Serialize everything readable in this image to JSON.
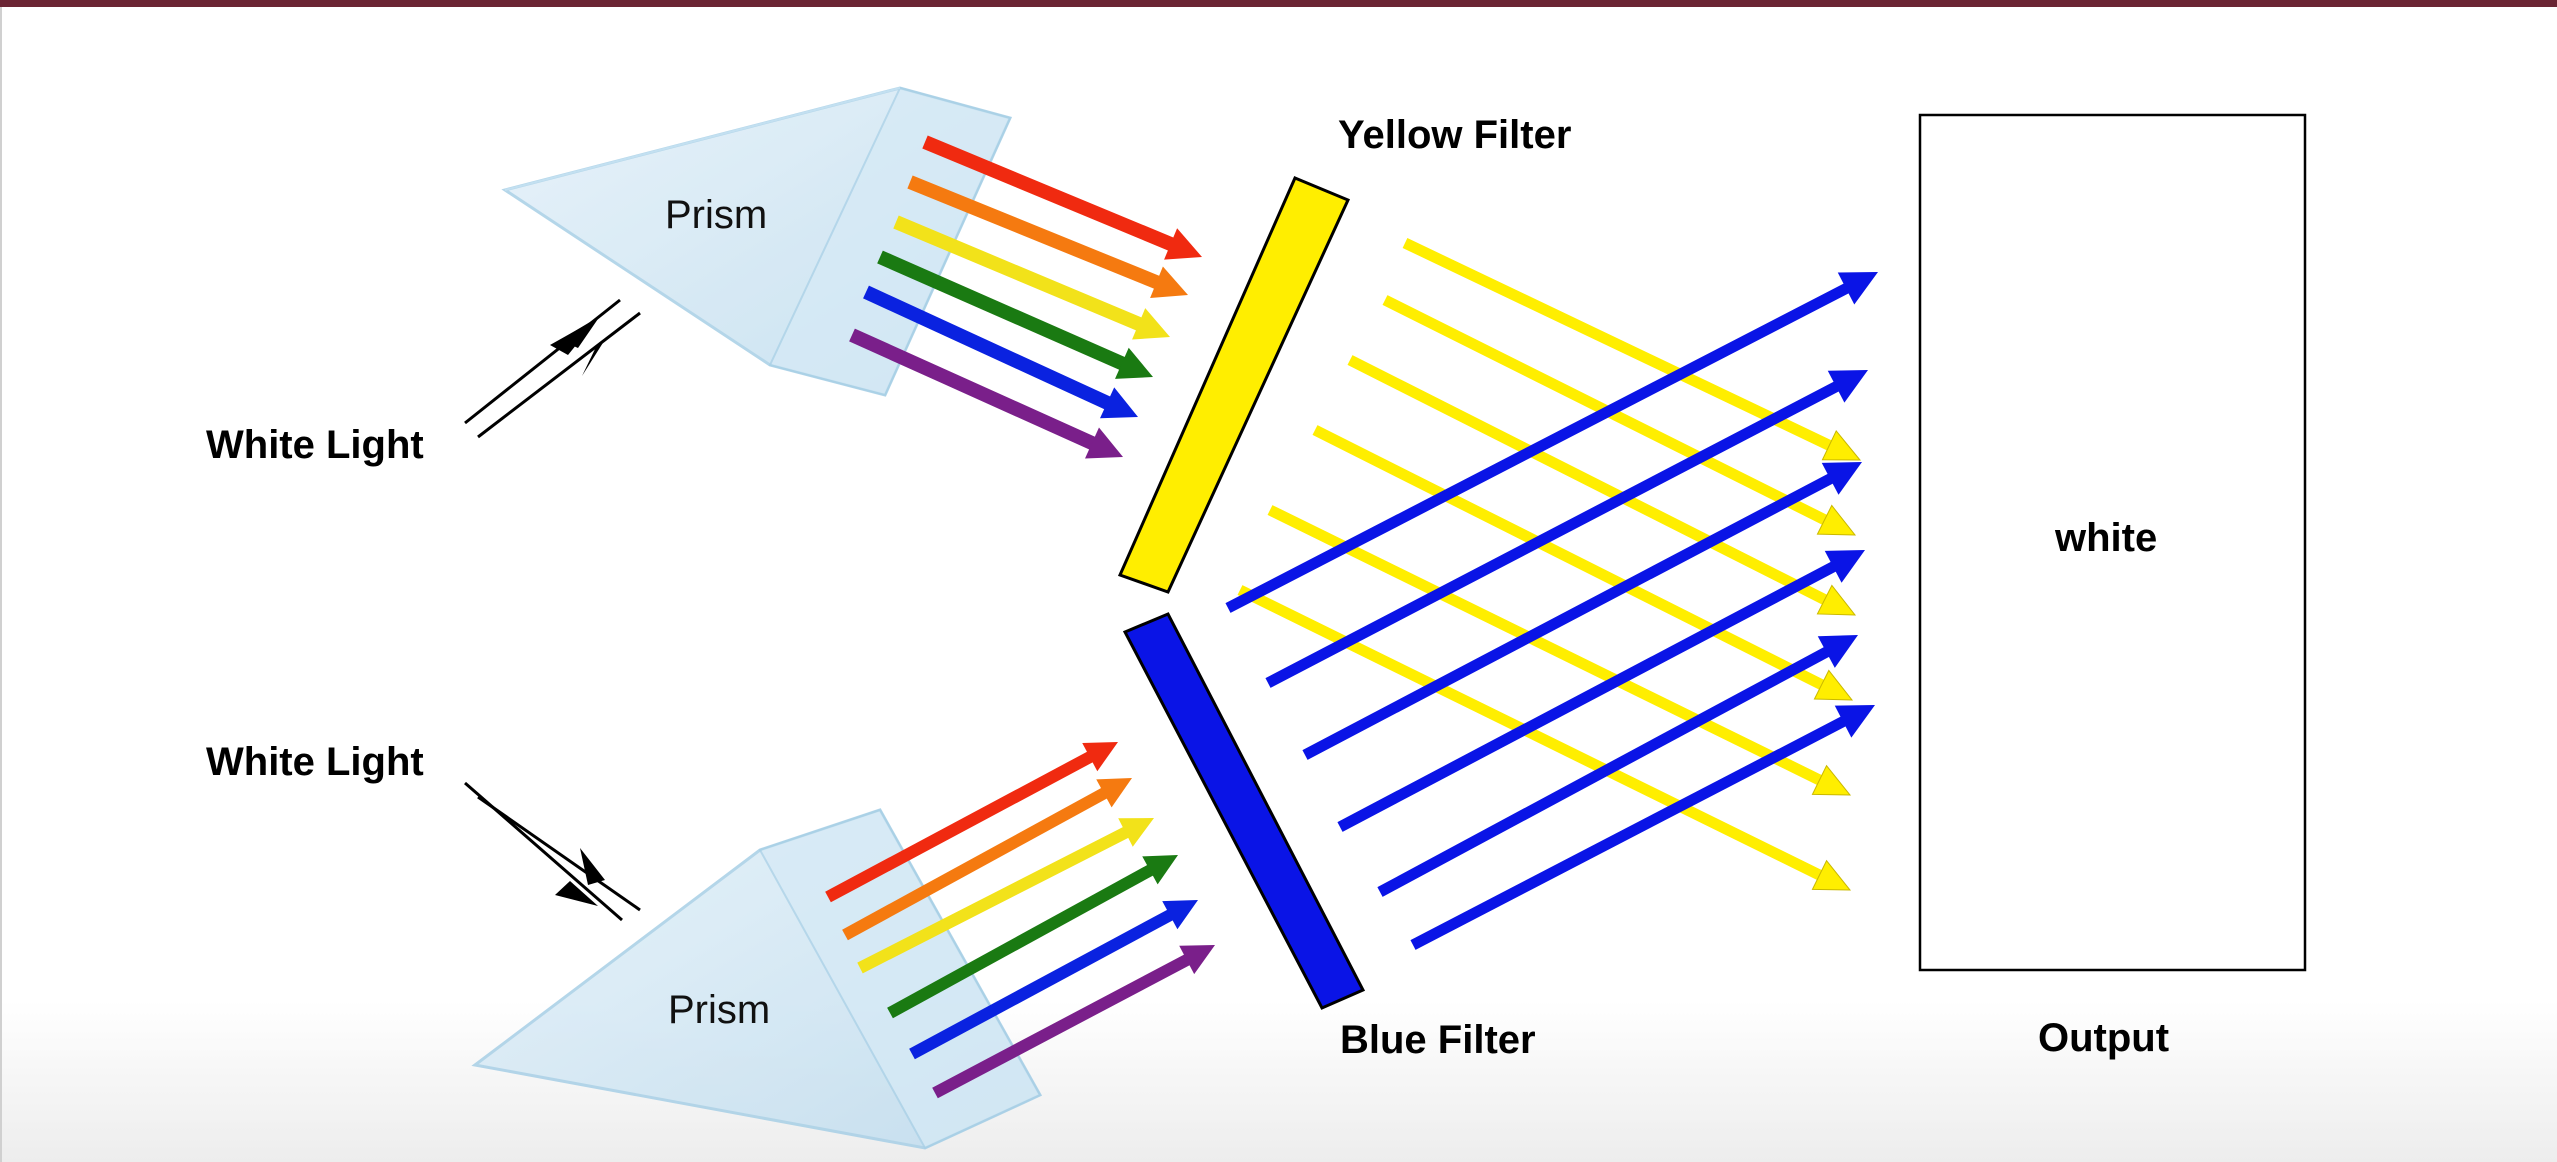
{
  "labels": {
    "white_light_top": "White Light",
    "white_light_bottom": "White Light",
    "prism_top": "Prism",
    "prism_bottom": "Prism",
    "yellow_filter": "Yellow Filter",
    "blue_filter": "Blue Filter",
    "output_value": "white",
    "output_title": "Output"
  },
  "colors": {
    "header_bar": "#6b2534",
    "prism_fill": "#cfe6f3",
    "prism_stroke": "#a7cfe6",
    "yellow": "#ffee00",
    "blue": "#0a14e6",
    "spectrum": [
      "#f02a10",
      "#f57a10",
      "#f2e21a",
      "#1a7a12",
      "#0a22e0",
      "#7a1f8a"
    ]
  }
}
